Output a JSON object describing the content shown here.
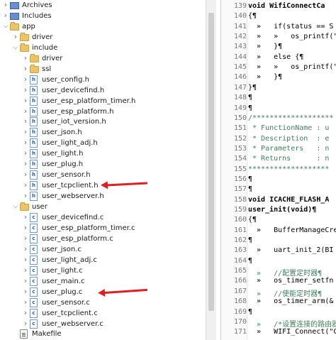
{
  "tree": {
    "items": [
      {
        "label": "Archives",
        "indent": 0,
        "twisty": ">",
        "icon": "archive"
      },
      {
        "label": "Includes",
        "indent": 0,
        "twisty": ">",
        "icon": "includes"
      },
      {
        "label": "app",
        "indent": 0,
        "twisty": "v",
        "icon": "folder"
      },
      {
        "label": "driver",
        "indent": 1,
        "twisty": ">",
        "icon": "folder"
      },
      {
        "label": "include",
        "indent": 1,
        "twisty": "v",
        "icon": "folder"
      },
      {
        "label": "driver",
        "indent": 2,
        "twisty": ">",
        "icon": "folder"
      },
      {
        "label": "ssl",
        "indent": 2,
        "twisty": ">",
        "icon": "folder"
      },
      {
        "label": "user_config.h",
        "indent": 2,
        "twisty": ">",
        "icon": "h"
      },
      {
        "label": "user_devicefind.h",
        "indent": 2,
        "twisty": ">",
        "icon": "h"
      },
      {
        "label": "user_esp_platform_timer.h",
        "indent": 2,
        "twisty": ">",
        "icon": "h"
      },
      {
        "label": "user_esp_platform.h",
        "indent": 2,
        "twisty": ">",
        "icon": "h"
      },
      {
        "label": "user_iot_version.h",
        "indent": 2,
        "twisty": ">",
        "icon": "h"
      },
      {
        "label": "user_json.h",
        "indent": 2,
        "twisty": ">",
        "icon": "h"
      },
      {
        "label": "user_light_adj.h",
        "indent": 2,
        "twisty": ">",
        "icon": "h"
      },
      {
        "label": "user_light.h",
        "indent": 2,
        "twisty": ">",
        "icon": "h"
      },
      {
        "label": "user_plug.h",
        "indent": 2,
        "twisty": ">",
        "icon": "h"
      },
      {
        "label": "user_sensor.h",
        "indent": 2,
        "twisty": ">",
        "icon": "h"
      },
      {
        "label": "user_tcpclient.h",
        "indent": 2,
        "twisty": ">",
        "icon": "h"
      },
      {
        "label": "user_webserver.h",
        "indent": 2,
        "twisty": ">",
        "icon": "h"
      },
      {
        "label": "user",
        "indent": 1,
        "twisty": "v",
        "icon": "folder"
      },
      {
        "label": "user_devicefind.c",
        "indent": 2,
        "twisty": ">",
        "icon": "c"
      },
      {
        "label": "user_esp_platform_timer.c",
        "indent": 2,
        "twisty": ">",
        "icon": "c"
      },
      {
        "label": "user_esp_platform.c",
        "indent": 2,
        "twisty": ">",
        "icon": "c"
      },
      {
        "label": "user_json.c",
        "indent": 2,
        "twisty": ">",
        "icon": "c"
      },
      {
        "label": "user_light_adj.c",
        "indent": 2,
        "twisty": ">",
        "icon": "c"
      },
      {
        "label": "user_light.c",
        "indent": 2,
        "twisty": ">",
        "icon": "c"
      },
      {
        "label": "user_main.c",
        "indent": 2,
        "twisty": ">",
        "icon": "c"
      },
      {
        "label": "user_plug.c",
        "indent": 2,
        "twisty": ">",
        "icon": "c"
      },
      {
        "label": "user_sensor.c",
        "indent": 2,
        "twisty": ">",
        "icon": "c"
      },
      {
        "label": "user_tcpclient.c",
        "indent": 2,
        "twisty": ">",
        "icon": "c"
      },
      {
        "label": "user_webserver.c",
        "indent": 2,
        "twisty": ">",
        "icon": "c"
      },
      {
        "label": "Makefile",
        "indent": 1,
        "twisty": "",
        "icon": "makefile"
      }
    ]
  },
  "editor": {
    "lines": [
      {
        "n": "139",
        "text": "void WifiConnectCa"
      },
      {
        "n": "140",
        "text": "{¶"
      },
      {
        "n": "141",
        "text": "  »   if(status == S"
      },
      {
        "n": "142",
        "text": "  »   »   os_printf(\""
      },
      {
        "n": "143",
        "text": "  »   }¶"
      },
      {
        "n": "144",
        "text": "  »   else {¶"
      },
      {
        "n": "145",
        "text": "  »   »   os_printf(\""
      },
      {
        "n": "146",
        "text": "  »   }¶"
      },
      {
        "n": "147",
        "text": "}¶"
      },
      {
        "n": "148",
        "text": "¶"
      },
      {
        "n": "149",
        "text": "¶"
      },
      {
        "n": "150",
        "text": "/*******************"
      },
      {
        "n": "151",
        "text": " * FunctionName : u"
      },
      {
        "n": "152",
        "text": " * Description  : e"
      },
      {
        "n": "153",
        "text": " * Parameters   : n"
      },
      {
        "n": "154",
        "text": " * Returns      : n"
      },
      {
        "n": "155",
        "text": "*******************"
      },
      {
        "n": "156",
        "text": "¶"
      },
      {
        "n": "157",
        "text": "¶"
      },
      {
        "n": "158",
        "text": "void ICACHE_FLASH_A"
      },
      {
        "n": "159",
        "text": "user_init(void)¶"
      },
      {
        "n": "160",
        "text": "{¶"
      },
      {
        "n": "161",
        "text": "  »   BufferManageCre"
      },
      {
        "n": "162",
        "text": "¶"
      },
      {
        "n": "163",
        "text": "  »   uart_init_2(BI"
      },
      {
        "n": "164",
        "text": "¶"
      },
      {
        "n": "165",
        "text": "  »   //配置定时器¶"
      },
      {
        "n": "166",
        "text": "  »   os_timer_setfn"
      },
      {
        "n": "167",
        "text": "  »   //使能定时器¶"
      },
      {
        "n": "168",
        "text": "  »   os_timer_arm(&"
      },
      {
        "n": "169",
        "text": "¶"
      },
      {
        "n": "170",
        "text": "  »   /*设置连接的路由器*/"
      },
      {
        "n": "171",
        "text": "  »   WIFI_Connect(\"C"
      }
    ]
  },
  "colors": {
    "arrow": "#e02020",
    "keyword": "#7f0055",
    "comment": "#3f7f5f",
    "string": "#2a00ff"
  }
}
